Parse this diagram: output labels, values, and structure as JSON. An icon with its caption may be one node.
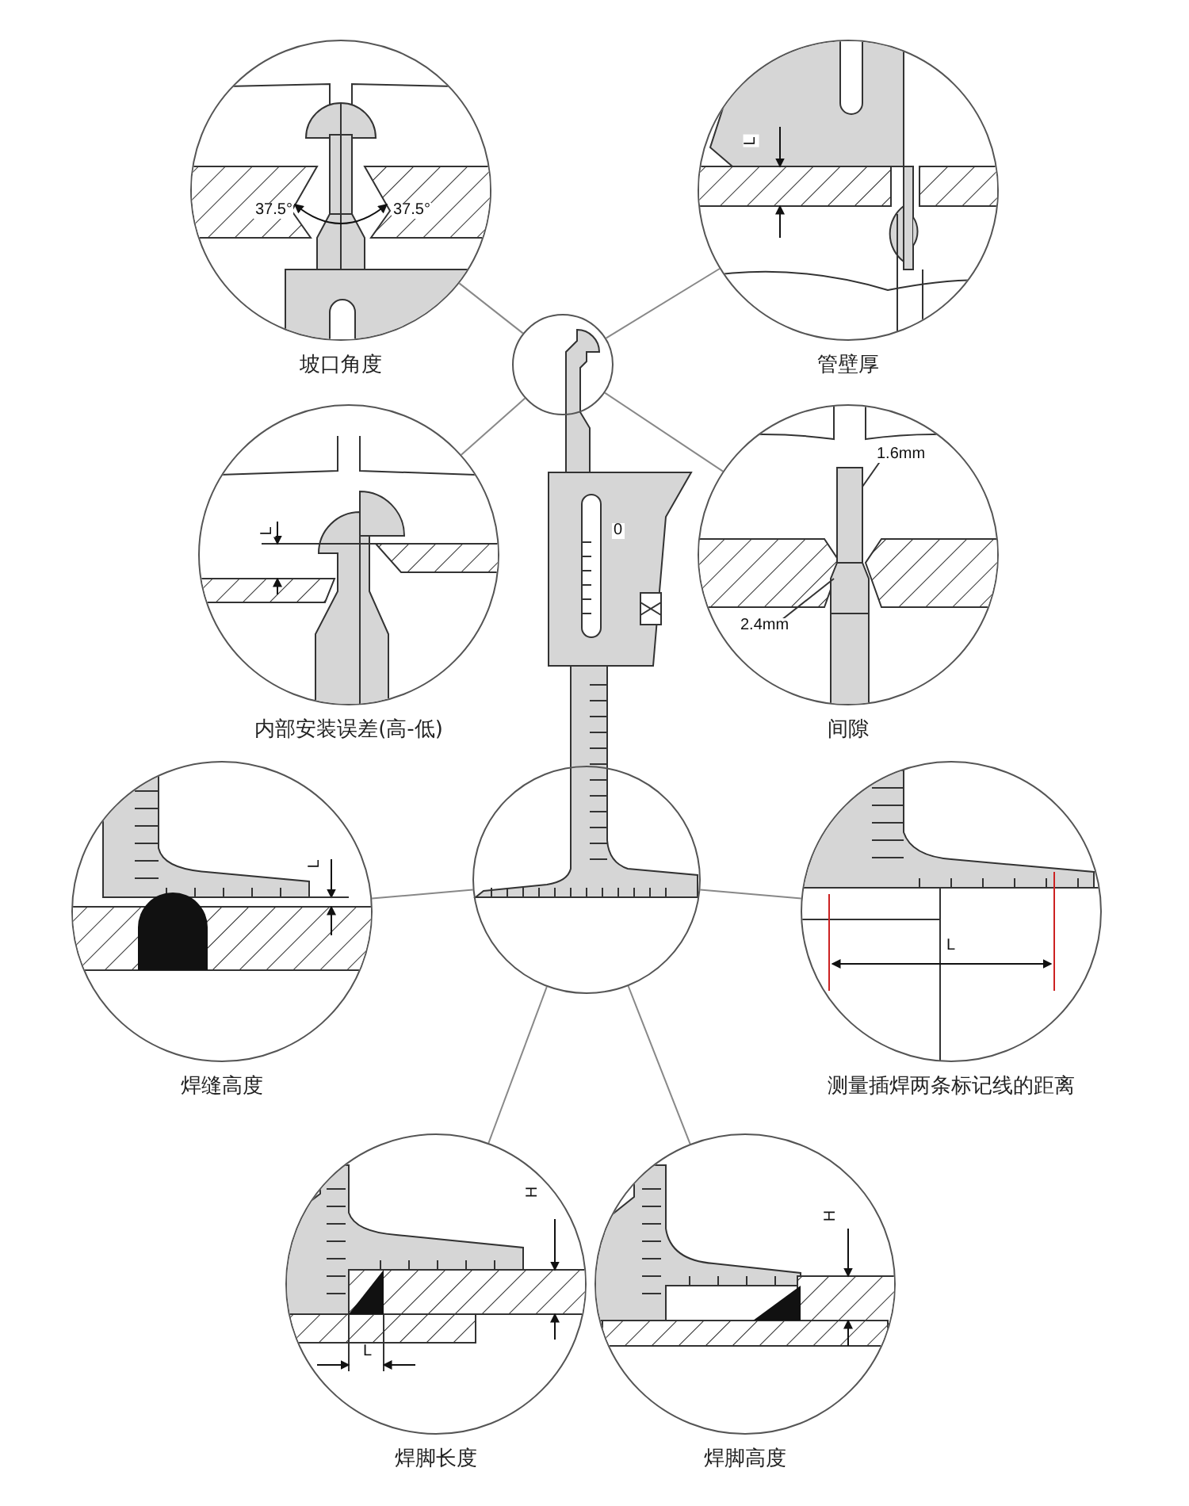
{
  "diagram": {
    "nodes": [
      {
        "text": [
          "坡口角度"
        ]
      },
      {
        "text": [
          "管壁厚"
        ]
      },
      {
        "text": [],
        "shape": "circle"
      },
      {
        "text": [
          "内部安装误差(高-低)"
        ]
      },
      {
        "text": [
          "间隙"
        ]
      },
      {
        "text": [],
        "shape": "circle"
      },
      {
        "text": [
          "焊缝高度"
        ]
      },
      {
        "text": [
          "测量插焊两条标记线的距离"
        ]
      },
      {
        "text": [
          "焊脚长度"
        ]
      },
      {
        "text": [
          "焊脚高度"
        ]
      }
    ],
    "edges": [
      {
        "from": 2,
        "to": 0,
        "arrow": "none"
      },
      {
        "from": 2,
        "to": 1,
        "arrow": "none"
      },
      {
        "from": 2,
        "to": 3,
        "arrow": "none"
      },
      {
        "from": 2,
        "to": 4,
        "arrow": "none"
      },
      {
        "from": 5,
        "to": 6,
        "arrow": "none"
      },
      {
        "from": 5,
        "to": 7,
        "arrow": "none"
      },
      {
        "from": 5,
        "to": 8,
        "arrow": "none"
      },
      {
        "from": 5,
        "to": 9,
        "arrow": "none"
      }
    ],
    "labels": [
      "37.5°",
      "37.5°",
      "L",
      "L",
      "0",
      "1.6mm",
      "2.4mm",
      "L",
      "L",
      "H",
      "L",
      "H"
    ]
  }
}
